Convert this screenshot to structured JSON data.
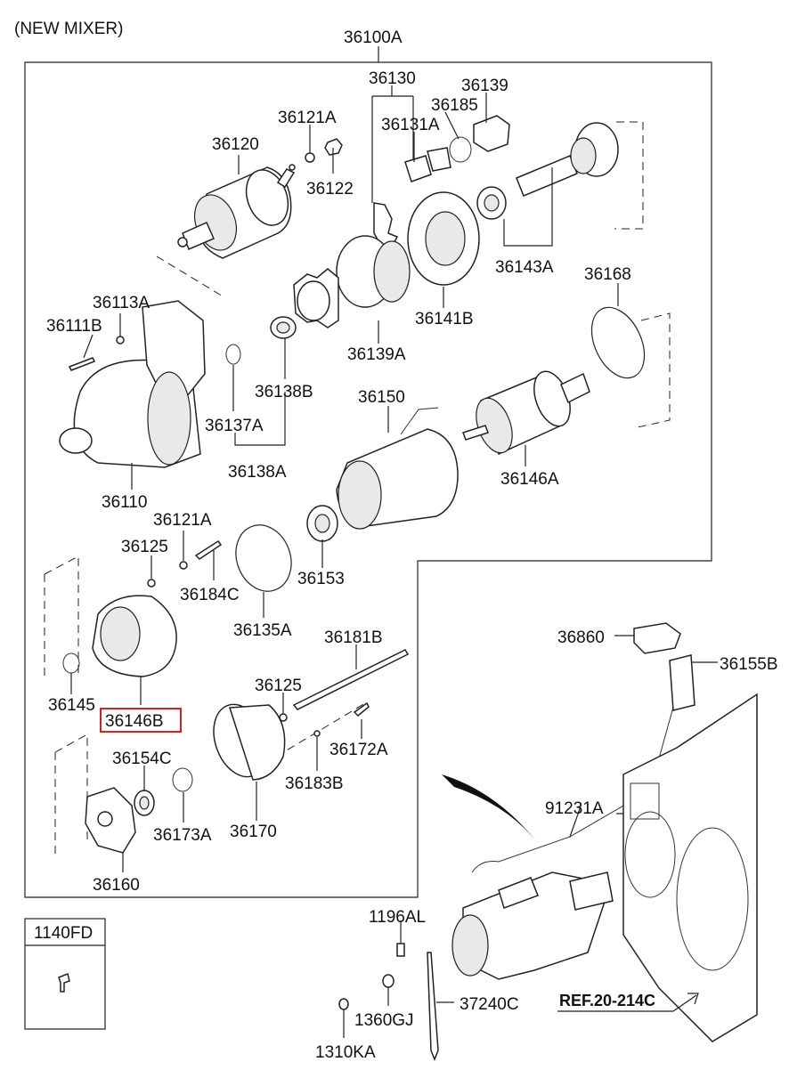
{
  "header": {
    "title": "(NEW MIXER)"
  },
  "assembly_label": "36100A",
  "kit_box": {
    "label": "1140FD"
  },
  "reference": {
    "label": "REF.20-214C"
  },
  "highlighted_part": "36146B",
  "highlight_color": "#d42020",
  "parts": {
    "p36130": "36130",
    "p36139": "36139",
    "p36185": "36185",
    "p36131A": "36131A",
    "p36121A_top": "36121A",
    "p36120": "36120",
    "p36122": "36122",
    "p36143A": "36143A",
    "p36168": "36168",
    "p36113A": "36113A",
    "p36111B": "36111B",
    "p36141B": "36141B",
    "p36139A": "36139A",
    "p36138B": "36138B",
    "p36150": "36150",
    "p36137A": "36137A",
    "p36146A": "36146A",
    "p36138A": "36138A",
    "p36110": "36110",
    "p36121A_mid": "36121A",
    "p36125_top": "36125",
    "p36184C": "36184C",
    "p36153": "36153",
    "p36135A": "36135A",
    "p36181B": "36181B",
    "p36860": "36860",
    "p36155B": "36155B",
    "p36125_mid": "36125",
    "p36145": "36145",
    "p36146B": "36146B",
    "p36172A": "36172A",
    "p36154C": "36154C",
    "p36183B": "36183B",
    "p91231A": "91231A",
    "p36173A": "36173A",
    "p36170": "36170",
    "p36160": "36160",
    "p1196AL": "1196AL",
    "p37240C": "37240C",
    "p1360GJ": "1360GJ",
    "p1310KA": "1310KA"
  }
}
